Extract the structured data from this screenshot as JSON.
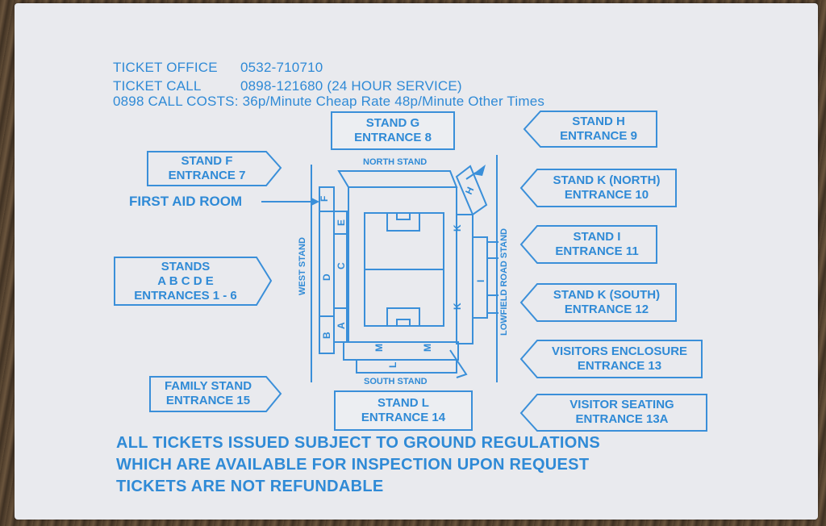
{
  "header": {
    "ticket_office_label": "TICKET OFFICE",
    "ticket_office_number": "0532-710710",
    "ticket_call_label": "TICKET CALL",
    "ticket_call_number": "0898-121680 (24 HOUR SERVICE)",
    "call_costs": "0898 CALL COSTS: 36p/Minute Cheap Rate  48p/Minute Other Times"
  },
  "labels": {
    "stand_g": [
      "STAND G",
      "ENTRANCE 8"
    ],
    "stand_h": [
      "STAND H",
      "ENTRANCE 9"
    ],
    "stand_f": [
      "STAND F",
      "ENTRANCE 7"
    ],
    "first_aid": "FIRST AID ROOM",
    "stand_k_north": [
      "STAND K (NORTH)",
      "ENTRANCE 10"
    ],
    "stand_i": [
      "STAND I",
      "ENTRANCE 11"
    ],
    "stands_abcde": [
      "STANDS",
      "A B C D E",
      "ENTRANCES 1 - 6"
    ],
    "stand_k_south": [
      "STAND K (SOUTH)",
      "ENTRANCE 12"
    ],
    "visitors_enclosure": [
      "VISITORS ENCLOSURE",
      "ENTRANCE 13"
    ],
    "family_stand": [
      "FAMILY STAND",
      "ENTRANCE 15"
    ],
    "stand_l": [
      "STAND L",
      "ENTRANCE 14"
    ],
    "visitor_seating": [
      "VISITOR SEATING",
      "ENTRANCE 13A"
    ]
  },
  "map": {
    "north_stand": "NORTH STAND",
    "south_stand": "SOUTH STAND",
    "west_stand": "WEST STAND",
    "east_stand": "LOWFIELD ROAD STAND",
    "letters": [
      "F",
      "E",
      "D",
      "C",
      "B",
      "A",
      "H",
      "K",
      "I",
      "K",
      "L",
      "M",
      "M"
    ]
  },
  "footer": {
    "line1": "ALL TICKETS ISSUED SUBJECT TO GROUND REGULATIONS",
    "line2": "WHICH ARE AVAILABLE FOR INSPECTION UPON REQUEST",
    "line3": "TICKETS ARE NOT REFUNDABLE"
  },
  "colors": {
    "ink": "#2f8ad6",
    "paper": "#e9eaee"
  }
}
